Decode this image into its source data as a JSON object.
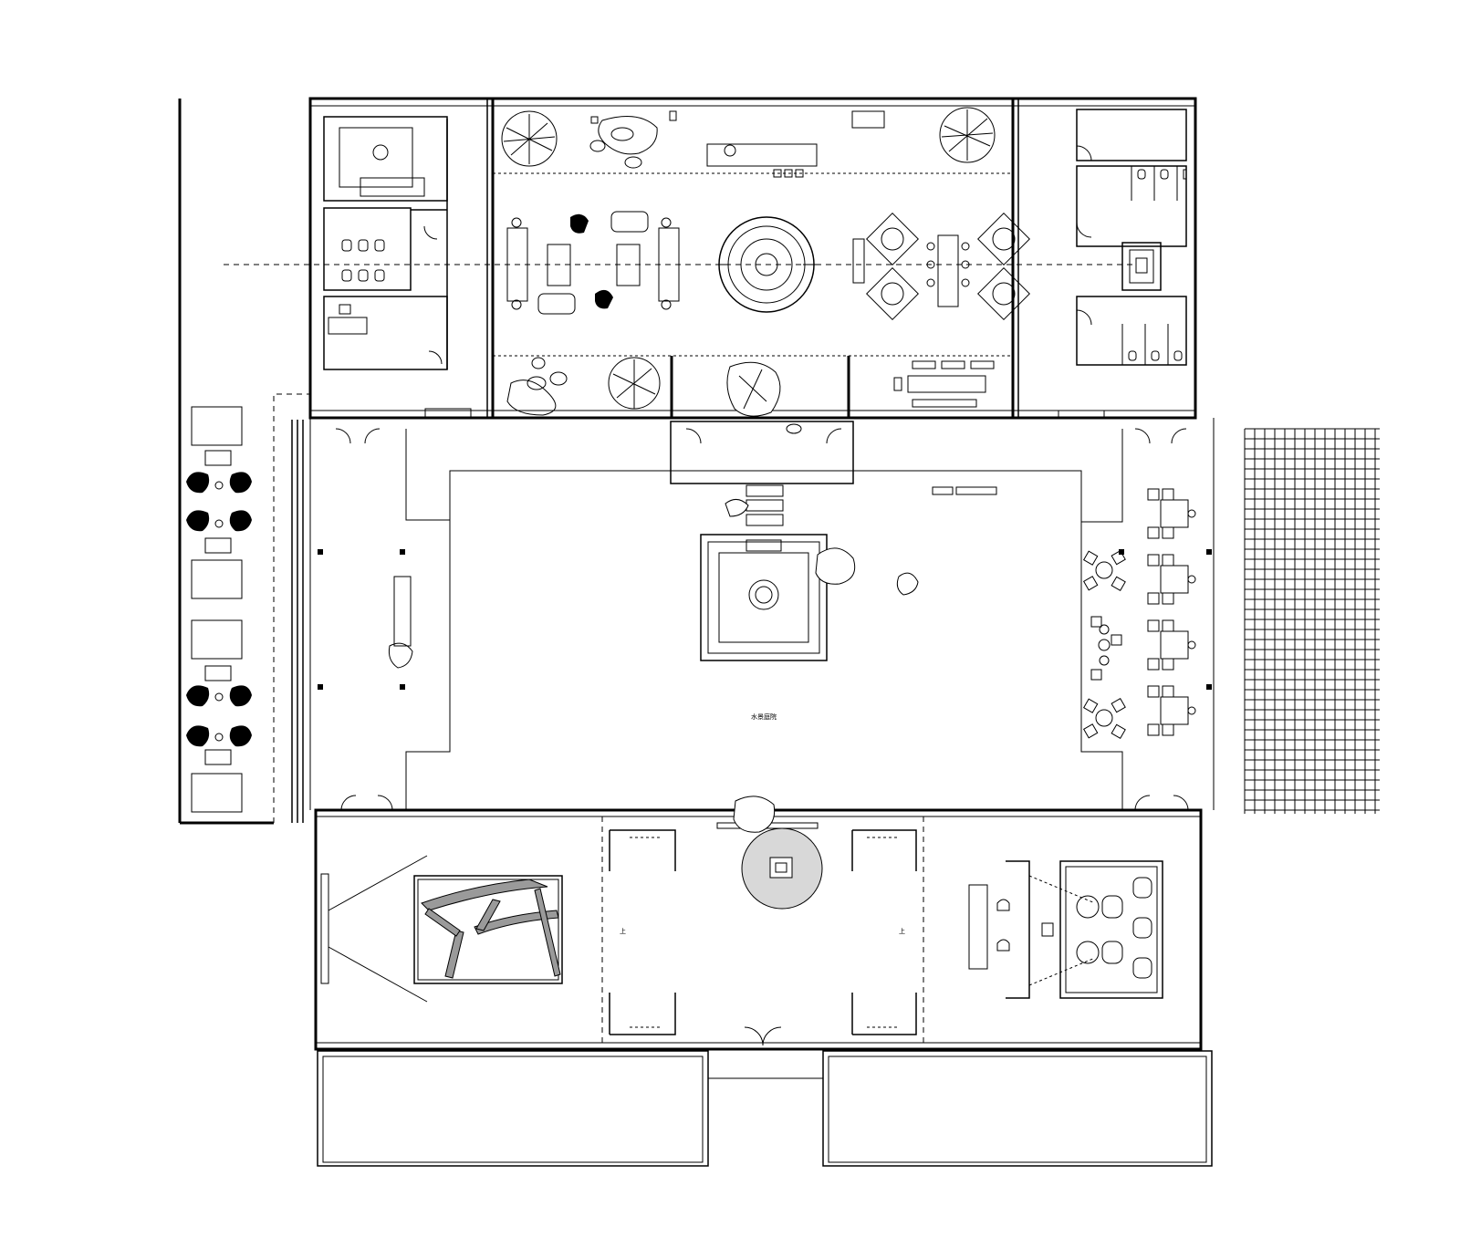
{
  "plan": {
    "labels": {
      "courtyard": "水景庭院",
      "stair_up_left": "上",
      "stair_up_right": "上"
    },
    "colors": {
      "line": "#000000",
      "background": "#ffffff",
      "fill_dark": "#9a9a9a"
    },
    "icons": {
      "tree": "tree-icon",
      "rock": "rock-icon",
      "chair": "chair-icon",
      "table": "table-icon",
      "door_swing": "door-swing-icon"
    }
  }
}
